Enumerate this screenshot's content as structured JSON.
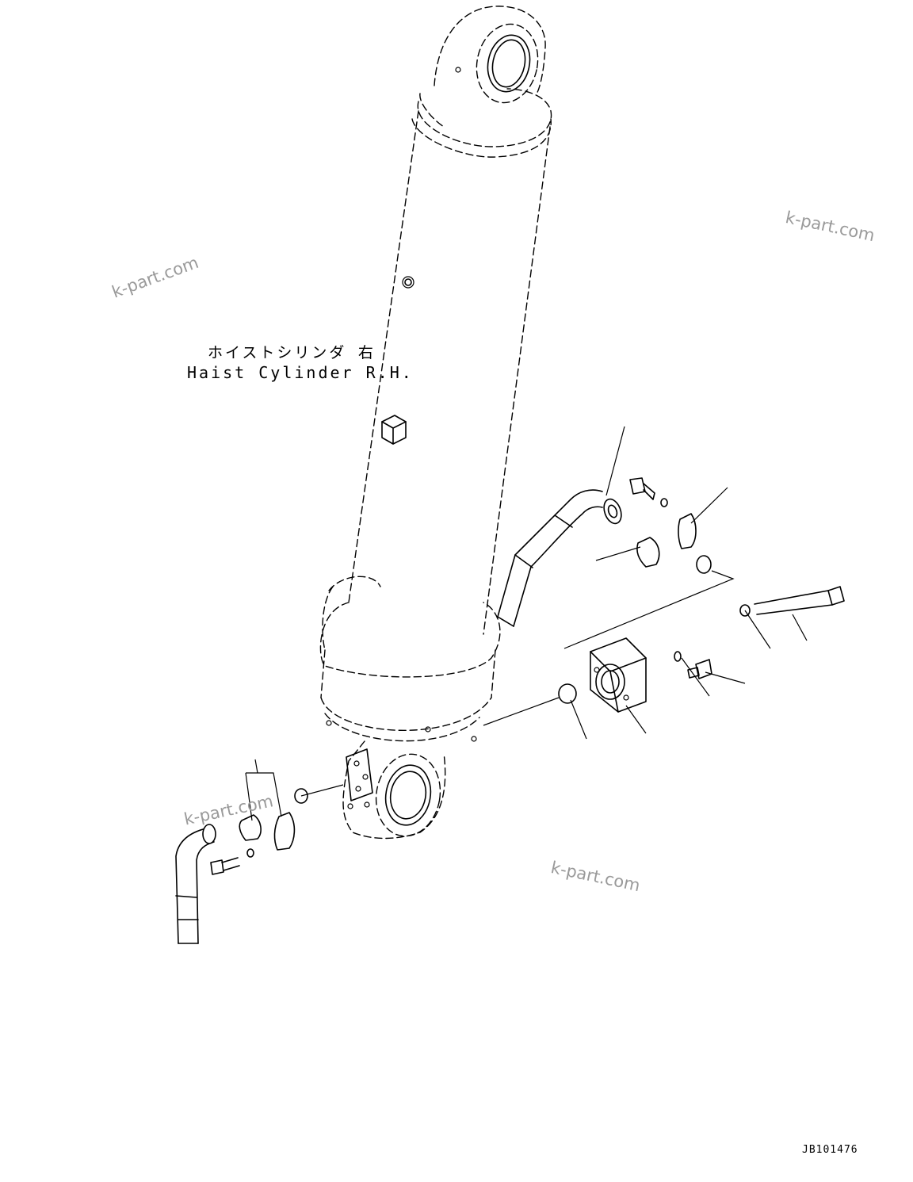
{
  "diagram": {
    "title_jp": "ホイストシリンダ 右",
    "title_en": "Haist Cylinder R.H.",
    "drawing_code": "JB101476"
  },
  "watermarks": [
    "k-part.com",
    "k-part.com",
    "k-part.com",
    "k-part.com"
  ]
}
